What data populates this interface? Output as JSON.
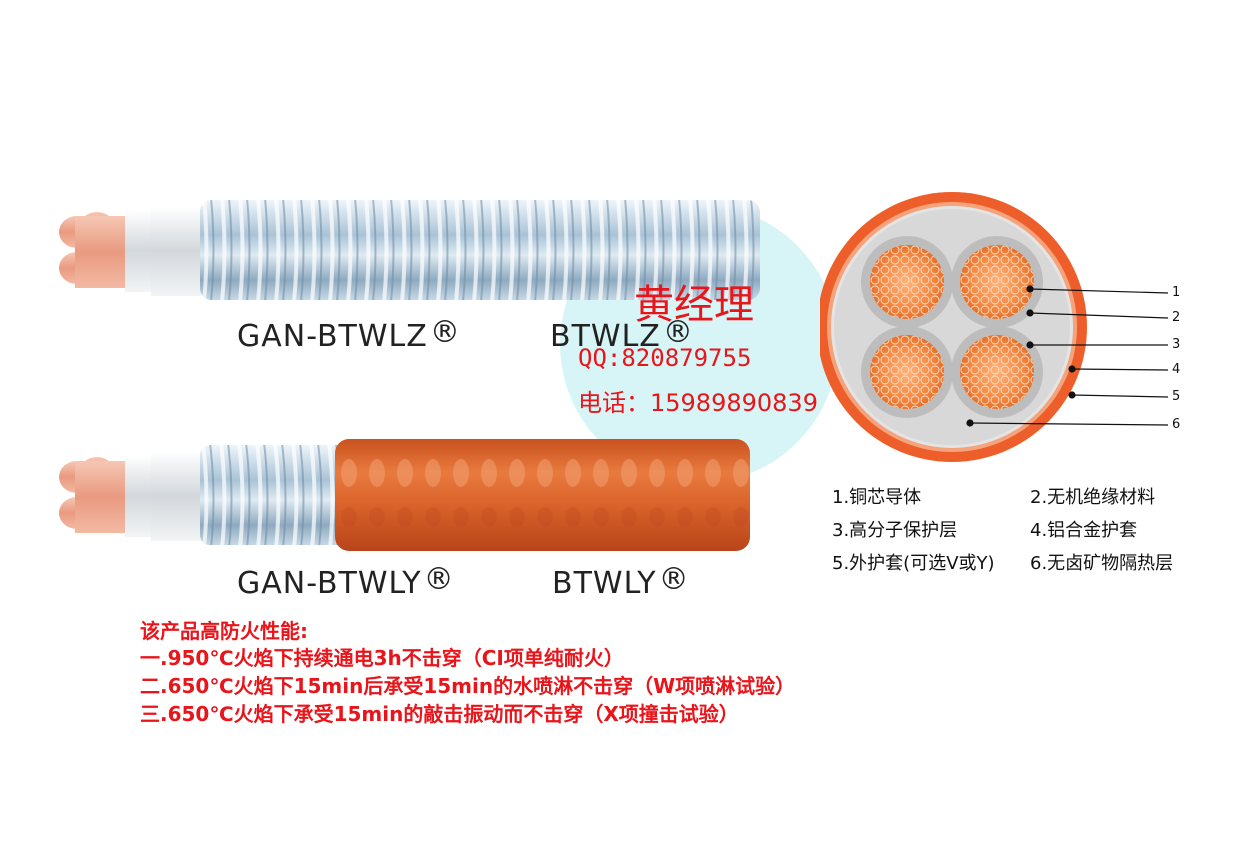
{
  "products": {
    "top_left": "GAN-BTWLZ",
    "top_right": "BTWLZ",
    "bottom_left": "GAN-BTWLY",
    "bottom_right": "BTWLY",
    "registered_mark": "®"
  },
  "contact": {
    "name": "黄经理",
    "qq": "QQ:820879755",
    "phone": "电话：15989890839"
  },
  "callouts": [
    "1",
    "2",
    "3",
    "4",
    "5",
    "6"
  ],
  "legend": [
    "1.铜芯导体",
    "2.无机绝缘材料",
    "3.高分子保护层",
    "4.铝合金护套",
    "5.外护套(可选V或Y)",
    "6.无卤矿物隔热层"
  ],
  "spec": {
    "title": "该产品高防火性能:",
    "lines": [
      "一.950℃火焰下持续通电3h不击穿（CI项单纯耐火）",
      "二.650℃火焰下15min后承受15min的水喷淋不击穿（W项喷淋试验）",
      "三.650℃火焰下承受15min的敲击振动而不击穿（X项撞击试验）"
    ]
  },
  "colors": {
    "sheath_orange": "#e85a1e",
    "copper": "#f08a3c",
    "armor_silver": "#b9ccd9",
    "red_text": "#e8151b",
    "watermark": "#c9f1f3"
  }
}
